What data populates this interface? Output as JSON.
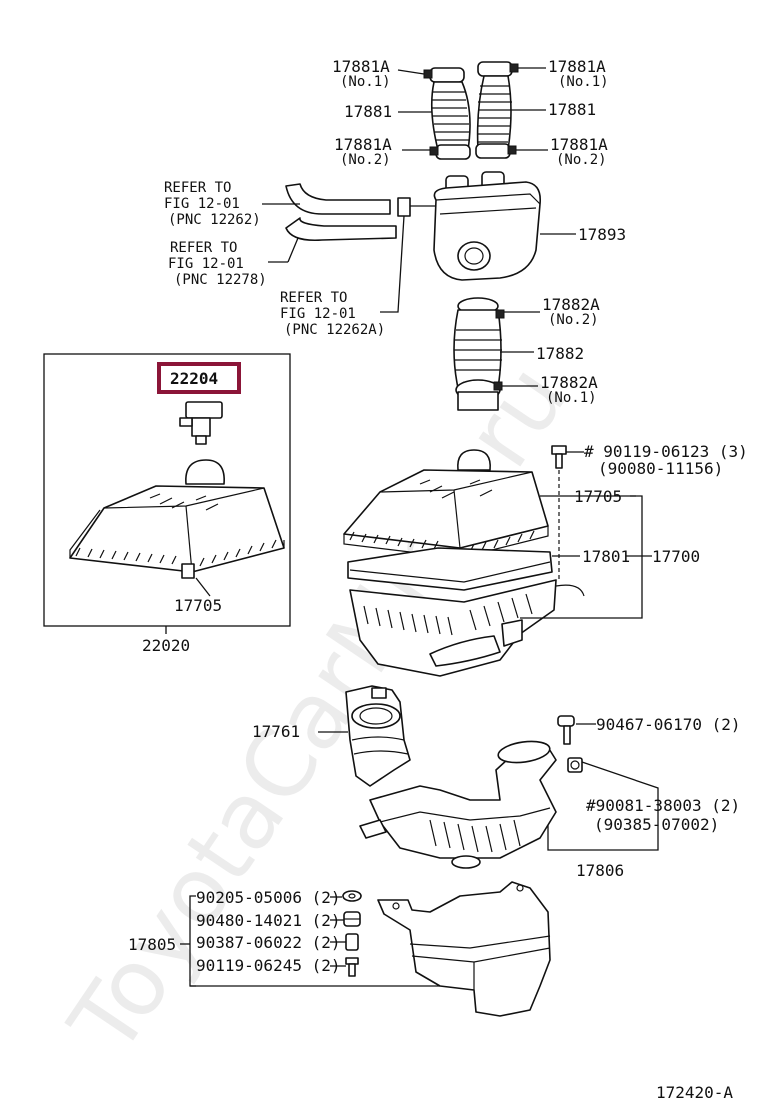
{
  "watermark": "ToyotaCarMine.ru",
  "figure_code": "172420-A",
  "highlight_color": "#8b1538",
  "callouts": {
    "p17881a_no1_left": "17881A",
    "p17881a_no1_left_sub": "(No.1)",
    "p17881a_no1_right": "17881A",
    "p17881a_no1_right_sub": "(No.1)",
    "p17881_left": "17881",
    "p17881_right": "17881",
    "p17881a_no2_left": "17881A",
    "p17881a_no2_left_sub": "(No.2)",
    "p17881a_no2_right": "17881A",
    "p17881a_no2_right_sub": "(No.2)",
    "ref1_l1": "REFER TO",
    "ref1_l2": "FIG 12-01",
    "ref1_l3": "(PNC 12262)",
    "ref2_l1": "REFER TO",
    "ref2_l2": "FIG 12-01",
    "ref2_l3": "(PNC 12278)",
    "ref3_l1": "REFER TO",
    "ref3_l2": "FIG 12-01",
    "ref3_l3": "(PNC 12262A)",
    "p17893": "17893",
    "p17882a_no2": "17882A",
    "p17882a_no2_sub": "(No.2)",
    "p17882": "17882",
    "p17882a_no1": "17882A",
    "p17882a_no1_sub": "(No.1)",
    "p22204": "22204",
    "p17705_inset": "17705",
    "p22020": "22020",
    "p90119_06123": "# 90119-06123 (3)",
    "p90080_11156": "(90080-11156)",
    "p17705": "17705",
    "p17801": "17801",
    "p17700": "17700",
    "p17761": "17761",
    "p90467_06170": "90467-06170 (2)",
    "p90081_38003": "#90081-38003 (2)",
    "p90385_07002": "(90385-07002)",
    "p17806": "17806",
    "p17805": "17805",
    "p90205_05006": "90205-05006 (2)",
    "p90480_14021": "90480-14021 (2)",
    "p90387_06022": "90387-06022 (2)",
    "p90119_06245": "90119-06245 (2)"
  }
}
